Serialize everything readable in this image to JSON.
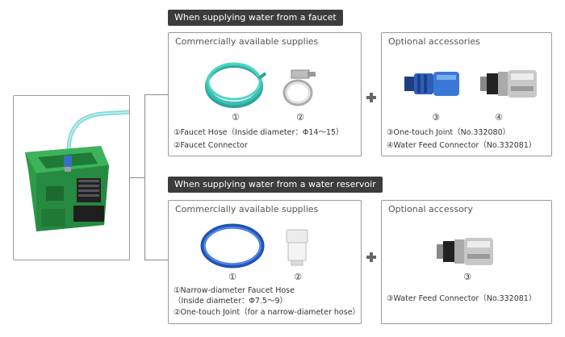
{
  "faucet": {
    "tag": "When supplying water from a faucet",
    "supplies": {
      "title": "Commercially available supplies",
      "num1": "①",
      "num2": "②",
      "line1": "①Faucet Hose（Inside diameter：Φ14～15）",
      "line2": "②Faucet Connector"
    },
    "accessories": {
      "title": "Optional accessories",
      "num3": "③",
      "num4": "④",
      "line1": "③One-touch Joint（No.332080）",
      "line2": "④Water Feed Connector（No.332081）"
    }
  },
  "reservoir": {
    "tag": "When supplying water from a water reservoir",
    "supplies": {
      "title": "Commercially available supplies",
      "num1": "①",
      "num2": "②",
      "line1": "①Narrow-diameter Faucet Hose",
      "line2": "（Inside diameter：Φ7.5～9）",
      "line3": "②One-touch Joint（for a narrow-diameter hose）"
    },
    "accessory": {
      "title": "Optional accessory",
      "num3": "③",
      "line1": "③Water Feed Connector（No.332081）"
    }
  }
}
